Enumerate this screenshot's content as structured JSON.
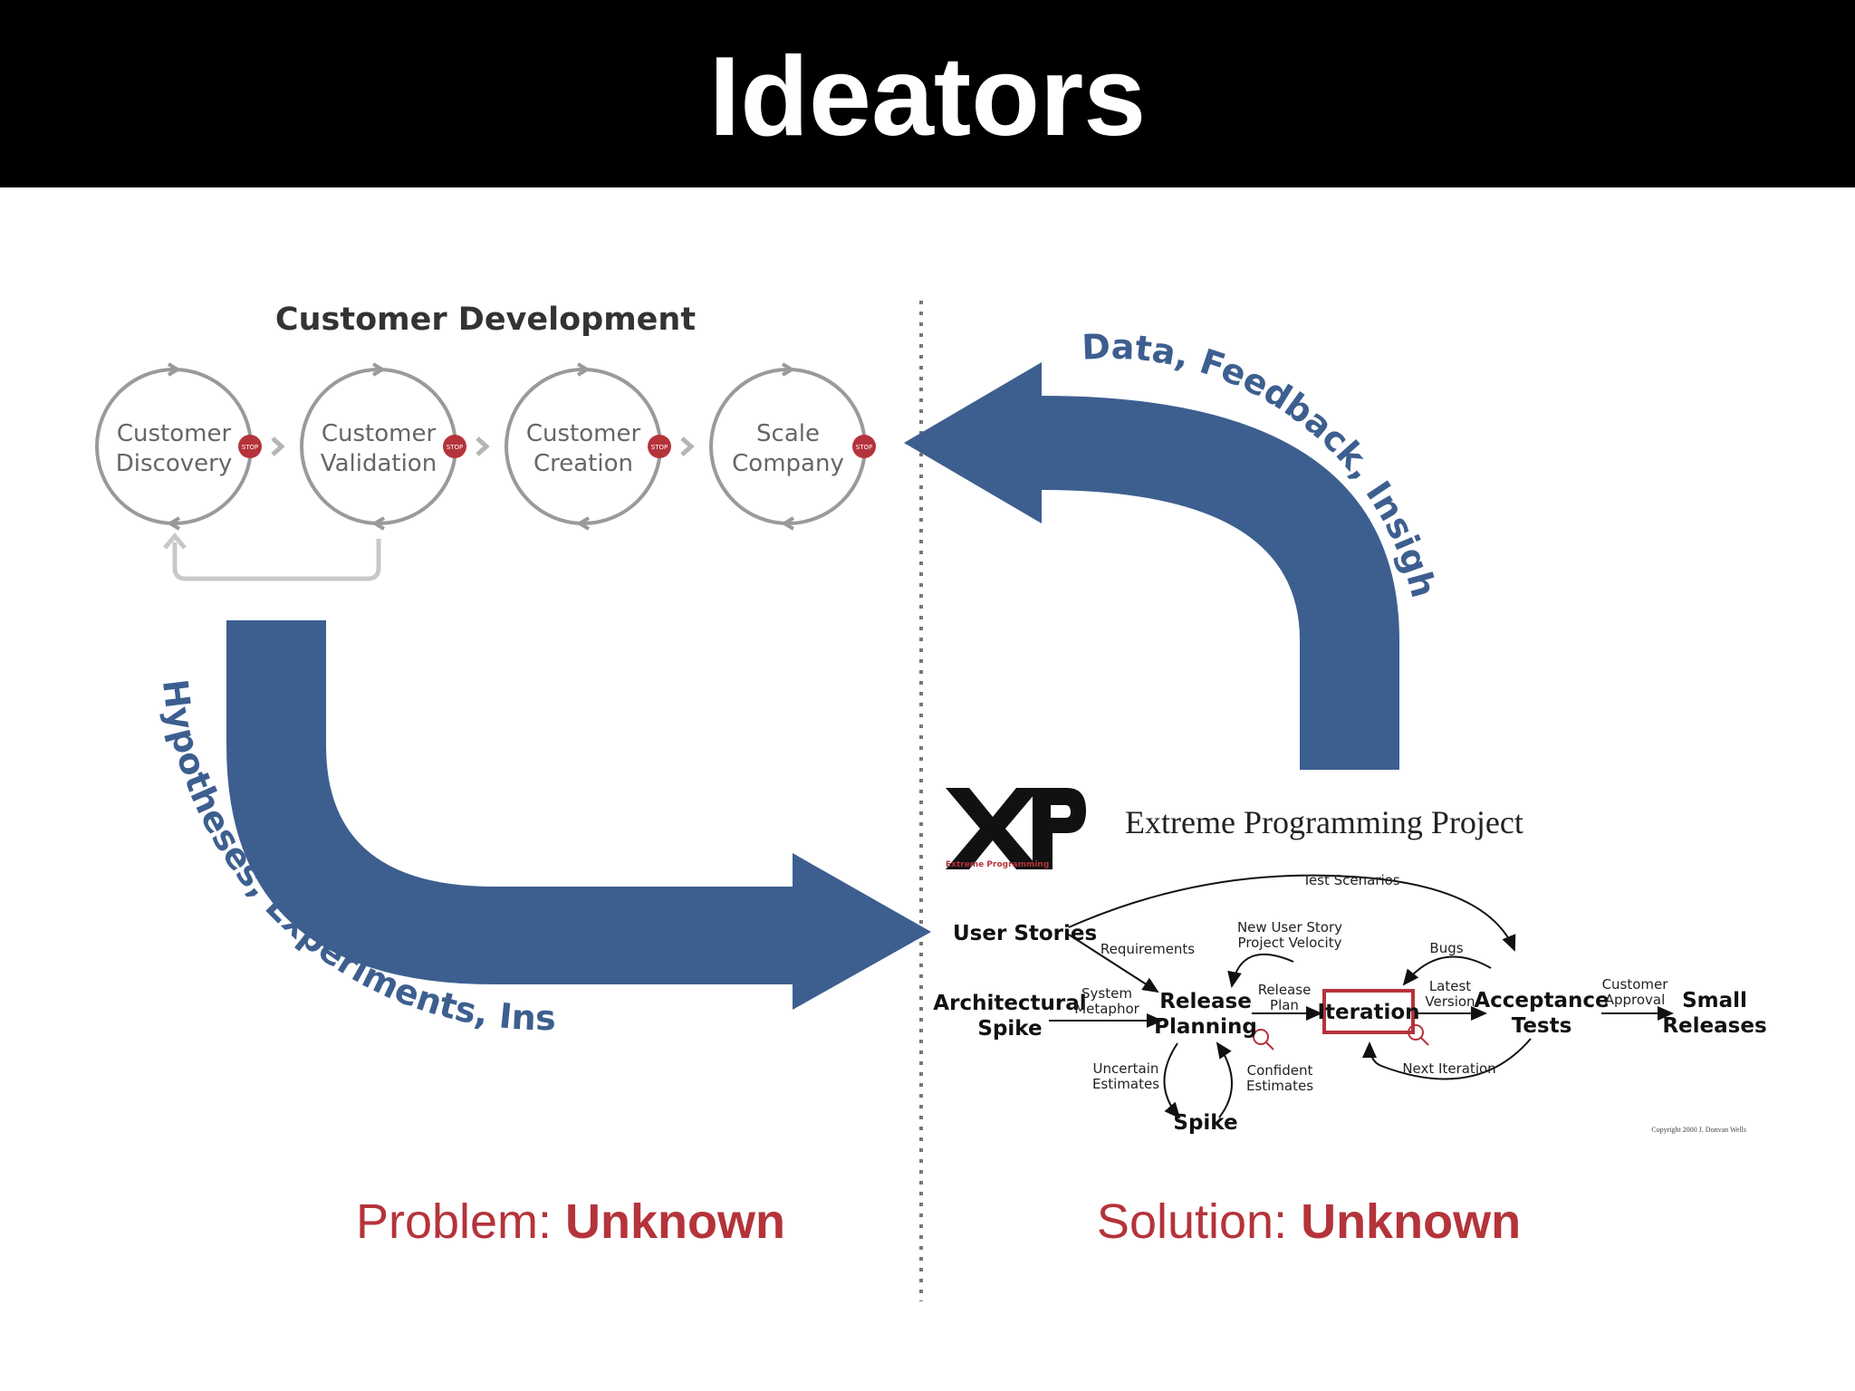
{
  "slide_title": "Ideators",
  "customer_development": {
    "title": "Customer Development",
    "stages": [
      {
        "line1": "Customer",
        "line2": "Discovery"
      },
      {
        "line1": "Customer",
        "line2": "Validation"
      },
      {
        "line1": "Customer",
        "line2": "Creation"
      },
      {
        "line1": "Scale",
        "line2": "Company"
      }
    ],
    "stop_label": "STOP"
  },
  "arrows": {
    "feedback_label": "Data, Feedback, Insights",
    "hypotheses_label": "Hypotheses, Experiments, Insights",
    "color": "#3d5f8f"
  },
  "xp": {
    "logo_text": "XP",
    "logo_caption": "Extreme Programming",
    "title": "Extreme Programming Project",
    "nodes": {
      "user_stories": "User Stories",
      "arch_line1": "Architectural",
      "arch_line2": "Spike",
      "release_line1": "Release",
      "release_line2": "Planning",
      "iteration": "Iteration",
      "acceptance_line1": "Acceptance",
      "acceptance_line2": "Tests",
      "small_line1": "Small",
      "small_line2": "Releases",
      "spike": "Spike"
    },
    "edge_labels": {
      "test_scenarios": "Test Scenarios",
      "requirements": "Requirements",
      "system_line1": "System",
      "system_line2": "Metaphor",
      "new_story_line1": "New User Story",
      "new_story_line2": "Project Velocity",
      "release_plan_line1": "Release",
      "release_plan_line2": "Plan",
      "bugs": "Bugs",
      "latest_line1": "Latest",
      "latest_line2": "Version",
      "customer_line1": "Customer",
      "customer_line2": "Approval",
      "next_iteration": "Next Iteration",
      "uncertain_line1": "Uncertain",
      "uncertain_line2": "Estimates",
      "confident_line1": "Confident",
      "confident_line2": "Estimates"
    },
    "copyright": "Copyright 2000 J. Donvan Wells"
  },
  "bottom": {
    "problem_prefix": "Problem: ",
    "problem_value": "Unknown",
    "solution_prefix": "Solution: ",
    "solution_value": "Unknown",
    "accent": "#b5333a"
  }
}
